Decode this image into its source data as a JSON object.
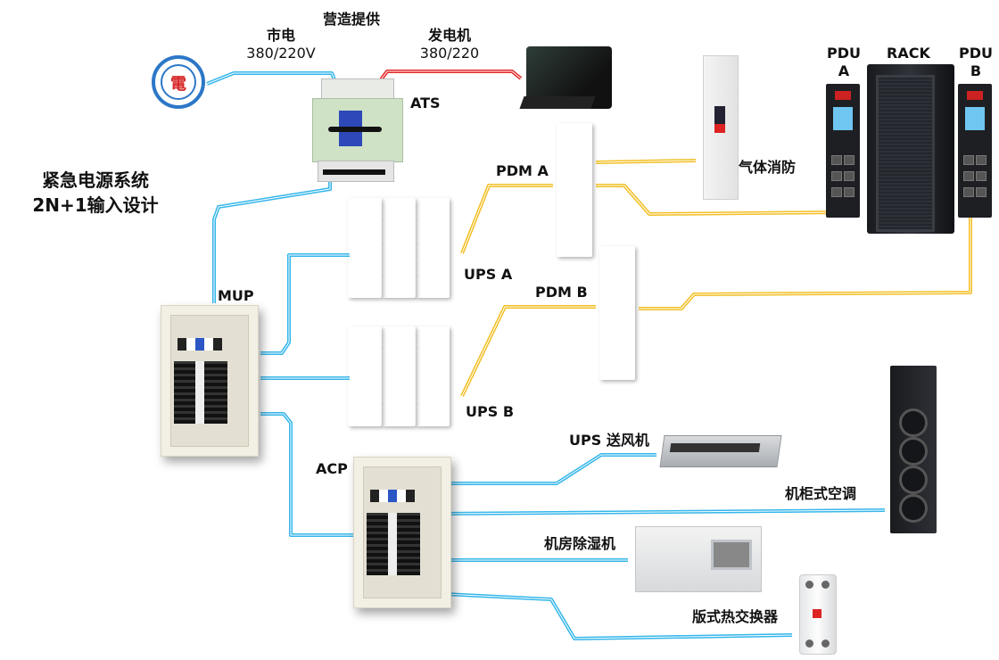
{
  "title": {
    "line1": "紧急电源系统",
    "line2": "2N+1输入设计"
  },
  "labels": {
    "city_power": "市电",
    "city_voltage": "380/220V",
    "construction": "营造提供",
    "generator": "发电机",
    "generator_voltage": "380/220",
    "ats": "ATS",
    "mup": "MUP",
    "acp": "ACP",
    "ups_a": "UPS A",
    "ups_b": "UPS B",
    "pdm_a": "PDM A",
    "pdm_b": "PDM B",
    "gas_fire": "气体消防",
    "pdu_a_line1": "PDU",
    "pdu_a_line2": "A",
    "rack": "RACK",
    "pdu_b_line1": "PDU",
    "pdu_b_line2": "B",
    "ups_fan": "UPS 送风机",
    "cabinet_ac": "机柜式空调",
    "dehumidifier": "机房除湿机",
    "plate_heat_exchanger": "版式热交换器"
  },
  "logo": {
    "glyph": "電"
  },
  "colors": {
    "utility_wire": "#35b6ea",
    "generator_wire": "#e32626",
    "ups_output_wire": "#f2bf24"
  }
}
